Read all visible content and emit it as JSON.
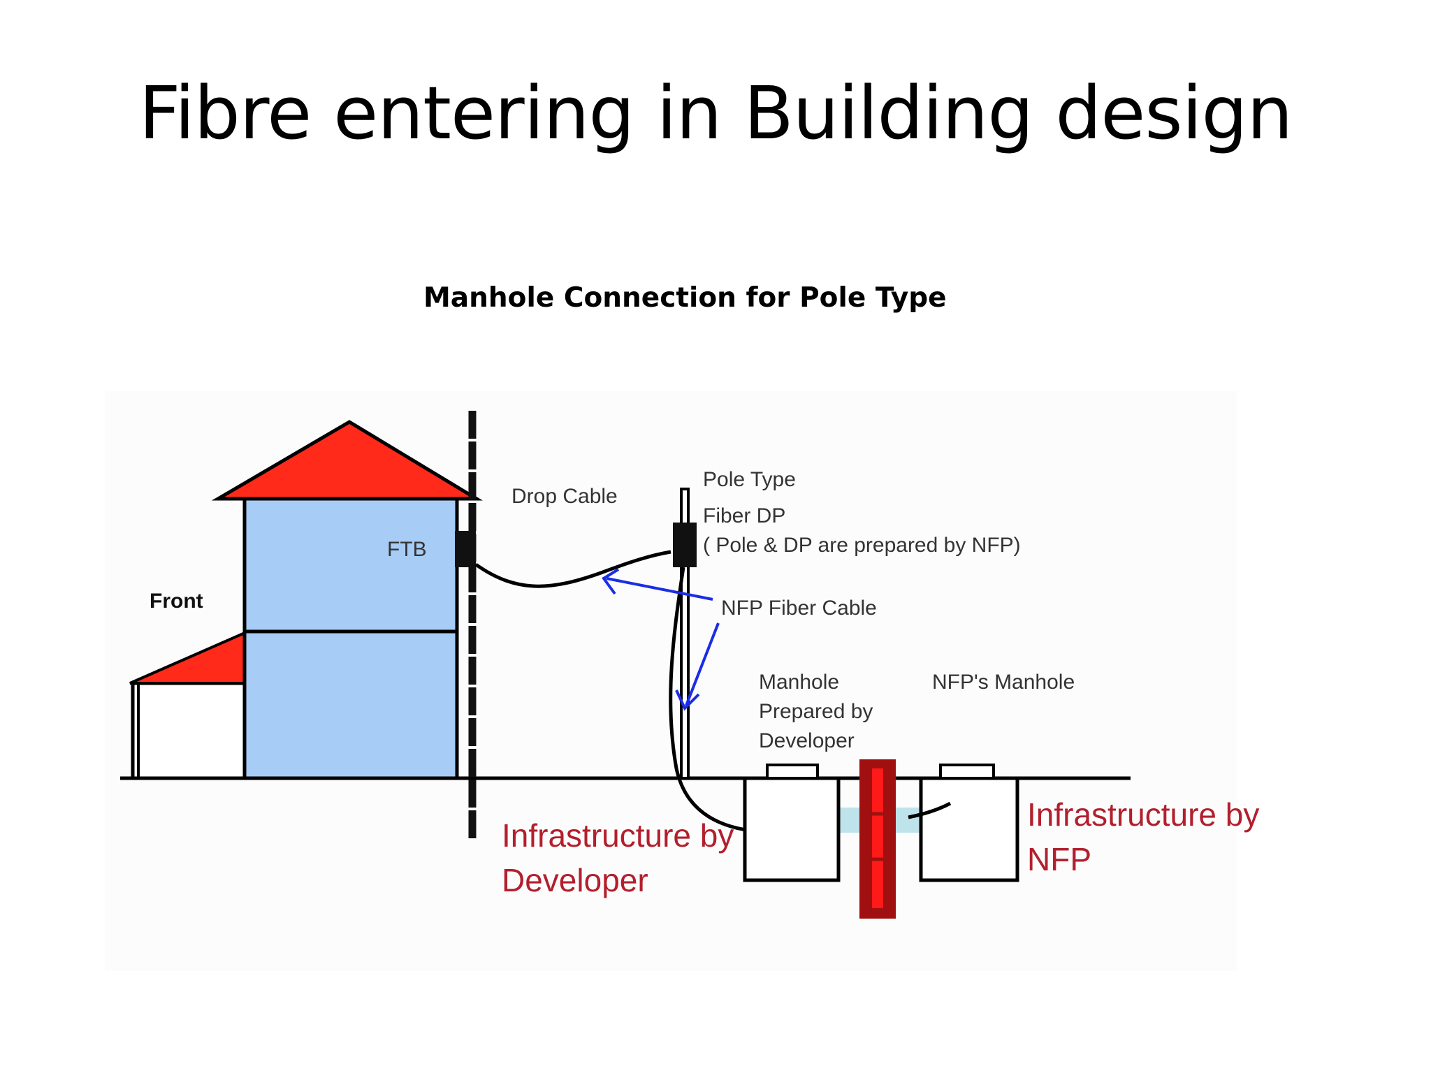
{
  "slide": {
    "title": "Fibre entering in Building design",
    "subtitle": "Manhole Connection for Pole Type"
  },
  "diagram": {
    "labels": {
      "front": "Front",
      "ftb": "FTB",
      "drop_cable": "Drop Cable",
      "pole_type": "Pole Type",
      "fiber_dp": "Fiber DP",
      "pole_dp_note": "( Pole & DP are prepared  by  NFP)",
      "nfp_fiber_cable": "NFP Fiber Cable",
      "manhole_dev_line1": "Manhole",
      "manhole_dev_line2": "Prepared by",
      "manhole_dev_line3": "Developer",
      "nfp_manhole": "NFP's Manhole",
      "infra_dev_line1": "Infrastructure by",
      "infra_dev_line2": "Developer",
      "infra_nfp_line1": "Infrastructure by",
      "infra_nfp_line2": "NFP"
    },
    "colors": {
      "roof": "#ff2a1a",
      "building": "#a7cdf7",
      "arrow": "#1a2de6",
      "boundary_wall": "#a01010",
      "boundary_wall_inner": "#ff1a1a",
      "infra_text": "#b21f2d",
      "duct": "#bfe3ea"
    }
  }
}
